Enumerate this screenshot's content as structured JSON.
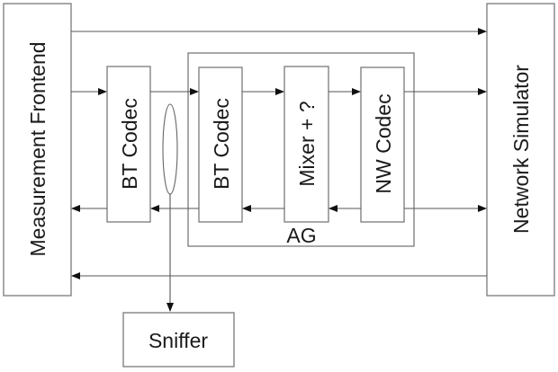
{
  "diagram": {
    "nodes": {
      "measurement_frontend": {
        "label": "Measurement Frontend"
      },
      "bt_codec_left": {
        "label": "BT Codec"
      },
      "ag_group": {
        "label": "AG"
      },
      "bt_codec_ag": {
        "label": "BT Codec"
      },
      "mixer": {
        "label": "Mixer + ?"
      },
      "nw_codec": {
        "label": "NW Codec"
      },
      "network_simulator": {
        "label": "Network Simulator"
      },
      "sniffer": {
        "label": "Sniffer"
      }
    },
    "edges": [
      {
        "from": "Measurement Frontend",
        "to": "Network Simulator"
      },
      {
        "from": "Measurement Frontend",
        "to": "BT Codec (left)"
      },
      {
        "from": "BT Codec (left)",
        "to": "BT Codec (AG)"
      },
      {
        "from": "BT Codec (AG)",
        "to": "Mixer + ?"
      },
      {
        "from": "Mixer + ?",
        "to": "NW Codec"
      },
      {
        "from": "NW Codec",
        "to": "Network Simulator"
      },
      {
        "from": "NW Codec",
        "to": "Network Simulator"
      },
      {
        "from": "NW Codec",
        "to": "Mixer + ?"
      },
      {
        "from": "Mixer + ?",
        "to": "BT Codec (AG)"
      },
      {
        "from": "BT Codec (AG)",
        "to": "BT Codec (left)"
      },
      {
        "from": "BT Codec (left)",
        "to": "Measurement Frontend"
      },
      {
        "from": "Network Simulator",
        "to": "Measurement Frontend"
      },
      {
        "from": "Air link tap (ellipse)",
        "to": "Sniffer"
      }
    ]
  }
}
